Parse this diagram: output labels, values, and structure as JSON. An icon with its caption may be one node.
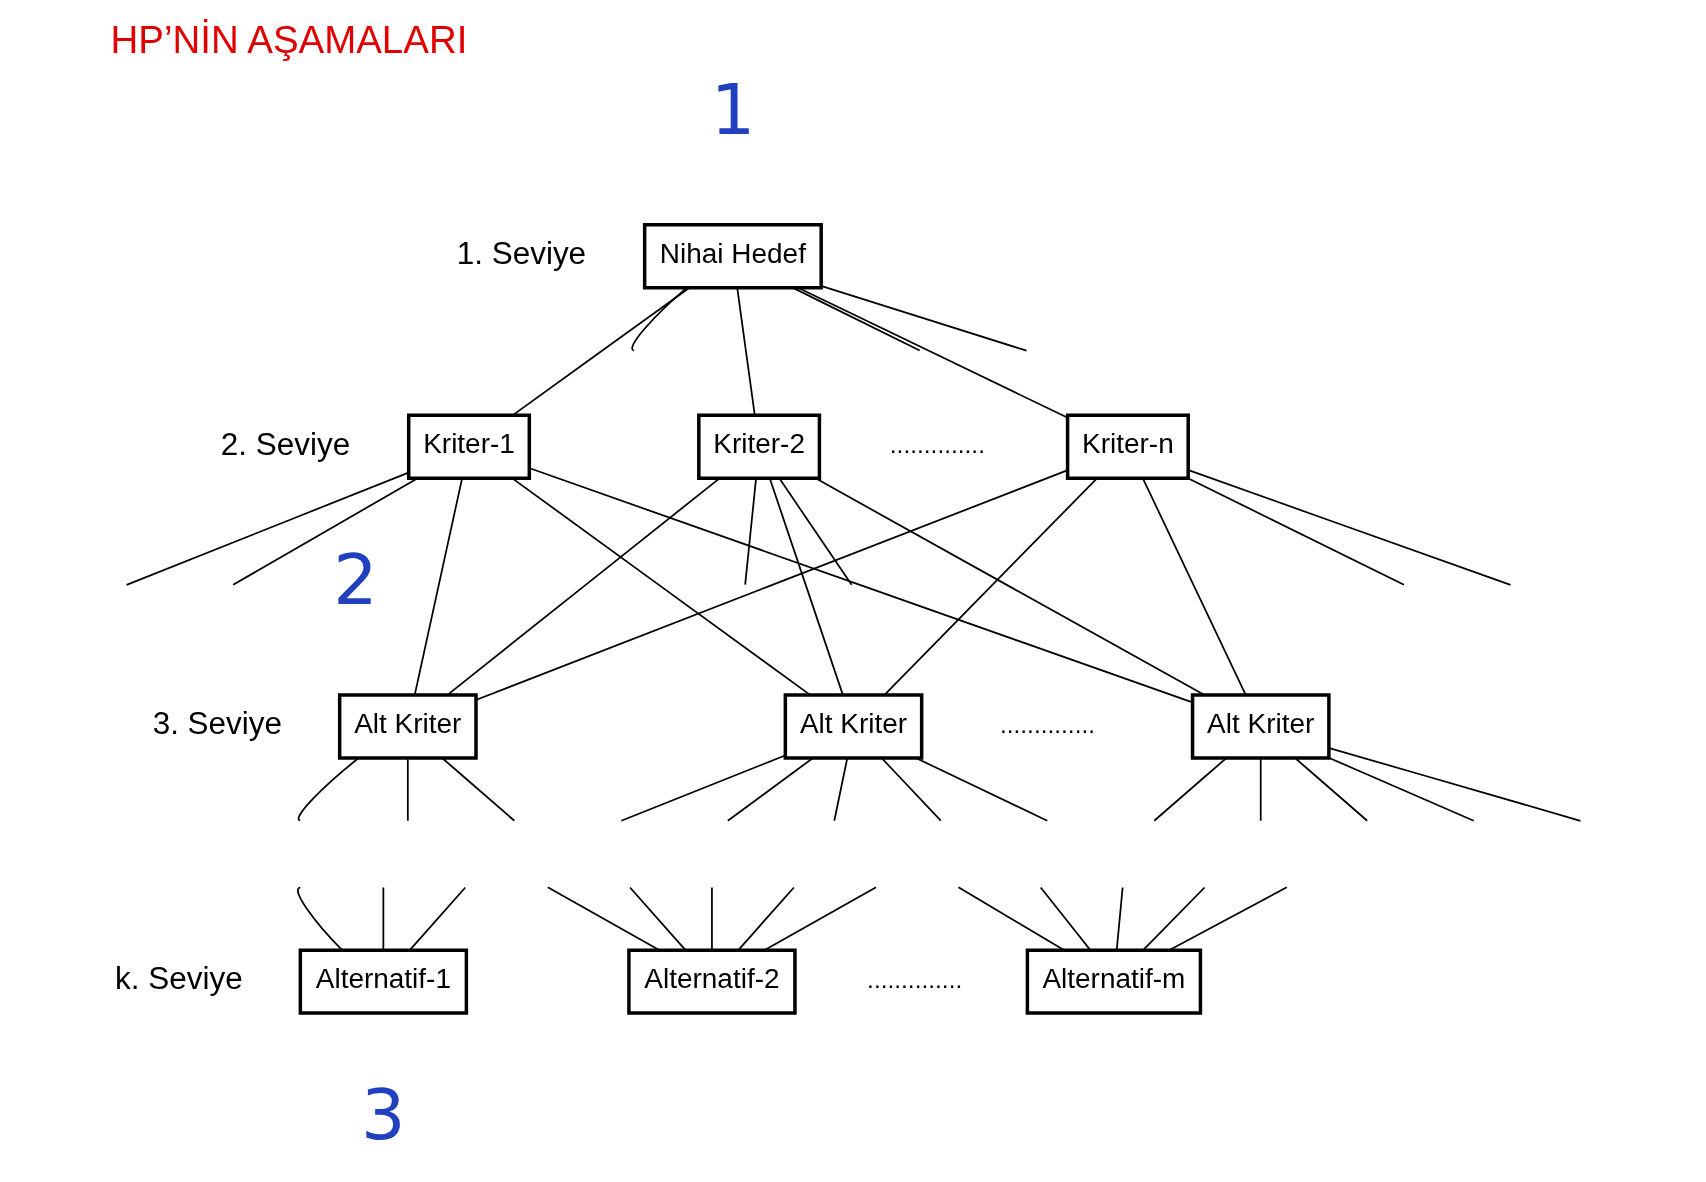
{
  "diagram": {
    "title": "HP’NİN AŞAMALARI",
    "nodes": [
      {
        "text": [
          "Nihai Hedef"
        ]
      },
      {
        "text": [
          "Kriter-1"
        ]
      },
      {
        "text": [
          "Kriter-2"
        ]
      },
      {
        "text": [
          "Kriter-n"
        ]
      },
      {
        "text": [
          "Alt Kriter"
        ]
      },
      {
        "text": [
          "Alt Kriter"
        ]
      },
      {
        "text": [
          "Alt Kriter"
        ]
      },
      {
        "text": [
          "Alternatif-1"
        ]
      },
      {
        "text": [
          "Alternatif-2"
        ]
      },
      {
        "text": [
          "Alternatif-m"
        ]
      }
    ],
    "edges": [
      {
        "from": 0,
        "to": 1,
        "arrow": "none"
      },
      {
        "from": 0,
        "to": 2,
        "arrow": "none"
      },
      {
        "from": 0,
        "to": null,
        "arrow": "none"
      },
      {
        "from": 0,
        "to": null,
        "arrow": "none"
      },
      {
        "from": 0,
        "to": null,
        "arrow": "none"
      },
      {
        "from": 0,
        "to": 3,
        "arrow": "none"
      },
      {
        "from": 1,
        "to": 4,
        "arrow": "none"
      },
      {
        "from": 1,
        "to": null,
        "arrow": "none"
      },
      {
        "from": 1,
        "to": null,
        "arrow": "none"
      },
      {
        "from": 1,
        "to": 5,
        "arrow": "none"
      },
      {
        "from": 1,
        "to": 6,
        "arrow": "none"
      },
      {
        "from": 2,
        "to": 4,
        "arrow": "none"
      },
      {
        "from": 2,
        "to": 5,
        "arrow": "none"
      },
      {
        "from": 2,
        "to": null,
        "arrow": "none"
      },
      {
        "from": 2,
        "to": null,
        "arrow": "none"
      },
      {
        "from": 2,
        "to": 6,
        "arrow": "none"
      },
      {
        "from": 3,
        "to": 4,
        "arrow": "none"
      },
      {
        "from": 3,
        "to": 5,
        "arrow": "none"
      },
      {
        "from": 3,
        "to": null,
        "arrow": "none"
      },
      {
        "from": 3,
        "to": null,
        "arrow": "none"
      },
      {
        "from": 3,
        "to": 6,
        "arrow": "none"
      },
      {
        "from": 4,
        "to": null,
        "arrow": "none"
      },
      {
        "from": 4,
        "to": null,
        "arrow": "none"
      },
      {
        "from": 4,
        "to": null,
        "arrow": "none"
      },
      {
        "from": 5,
        "to": null,
        "arrow": "none"
      },
      {
        "from": 5,
        "to": null,
        "arrow": "none"
      },
      {
        "from": 5,
        "to": null,
        "arrow": "none"
      },
      {
        "from": 5,
        "to": null,
        "arrow": "none"
      },
      {
        "from": 5,
        "to": null,
        "arrow": "none"
      },
      {
        "from": 6,
        "to": null,
        "arrow": "none"
      },
      {
        "from": 6,
        "to": null,
        "arrow": "none"
      },
      {
        "from": 6,
        "to": null,
        "arrow": "none"
      },
      {
        "from": 6,
        "to": null,
        "arrow": "none"
      },
      {
        "from": 6,
        "to": null,
        "arrow": "none"
      },
      {
        "from": null,
        "to": 7,
        "arrow": "none"
      },
      {
        "from": null,
        "to": 7,
        "arrow": "none"
      },
      {
        "from": null,
        "to": 7,
        "arrow": "none"
      },
      {
        "from": null,
        "to": 8,
        "arrow": "none"
      },
      {
        "from": null,
        "to": 8,
        "arrow": "none"
      },
      {
        "from": null,
        "to": 8,
        "arrow": "none"
      },
      {
        "from": null,
        "to": 8,
        "arrow": "none"
      },
      {
        "from": null,
        "to": 8,
        "arrow": "none"
      },
      {
        "from": null,
        "to": 9,
        "arrow": "none"
      },
      {
        "from": null,
        "to": 9,
        "arrow": "none"
      },
      {
        "from": null,
        "to": 9,
        "arrow": "none"
      },
      {
        "from": null,
        "to": 9,
        "arrow": "none"
      },
      {
        "from": null,
        "to": 9,
        "arrow": "none"
      }
    ],
    "labels": [
      "1",
      "1. Seviye",
      "2. Seviye",
      "2",
      "3. Seviye",
      "k. Seviye",
      "3",
      "..............",
      "..............",
      ".............."
    ]
  }
}
